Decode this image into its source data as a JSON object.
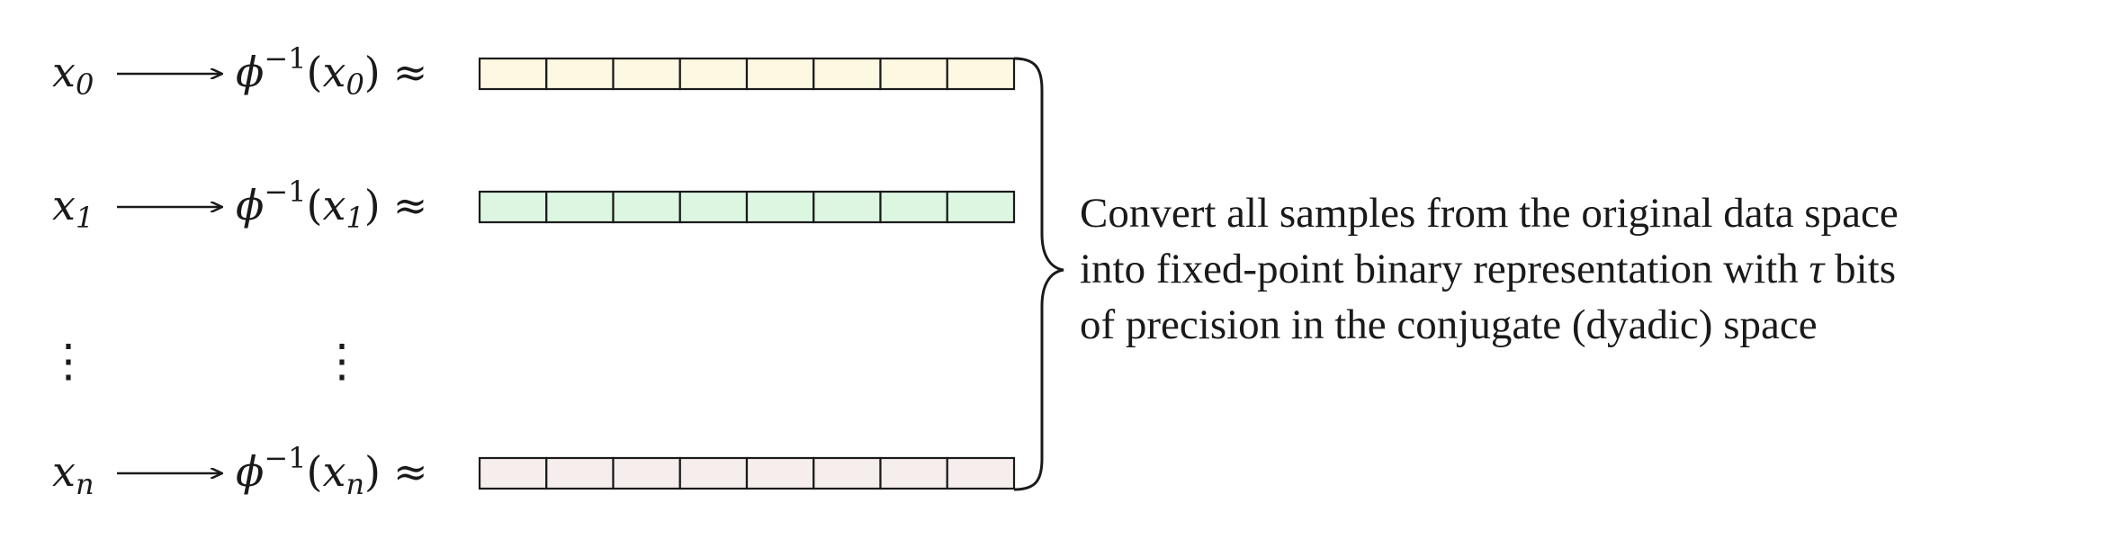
{
  "rows": [
    {
      "input": "x",
      "subscript": "0",
      "fill": "#fdf8e1"
    },
    {
      "input": "x",
      "subscript": "1",
      "fill": "#dcf6e1"
    },
    {
      "input": "x",
      "subscript": "n",
      "fill": "#f6eded"
    }
  ],
  "map_symbol": "ϕ",
  "map_exponent": "−1",
  "approx_symbol": "≈",
  "cells_per_register": 8,
  "ellipsis": "⋮",
  "caption": {
    "line1_text": "Convert all samples from the original data space",
    "line2_text_before": "into fixed-point binary representation with ",
    "line2_math": "τ",
    "line2_text_after": " bits",
    "line3_text": "of precision in the conjugate (dyadic) space"
  }
}
